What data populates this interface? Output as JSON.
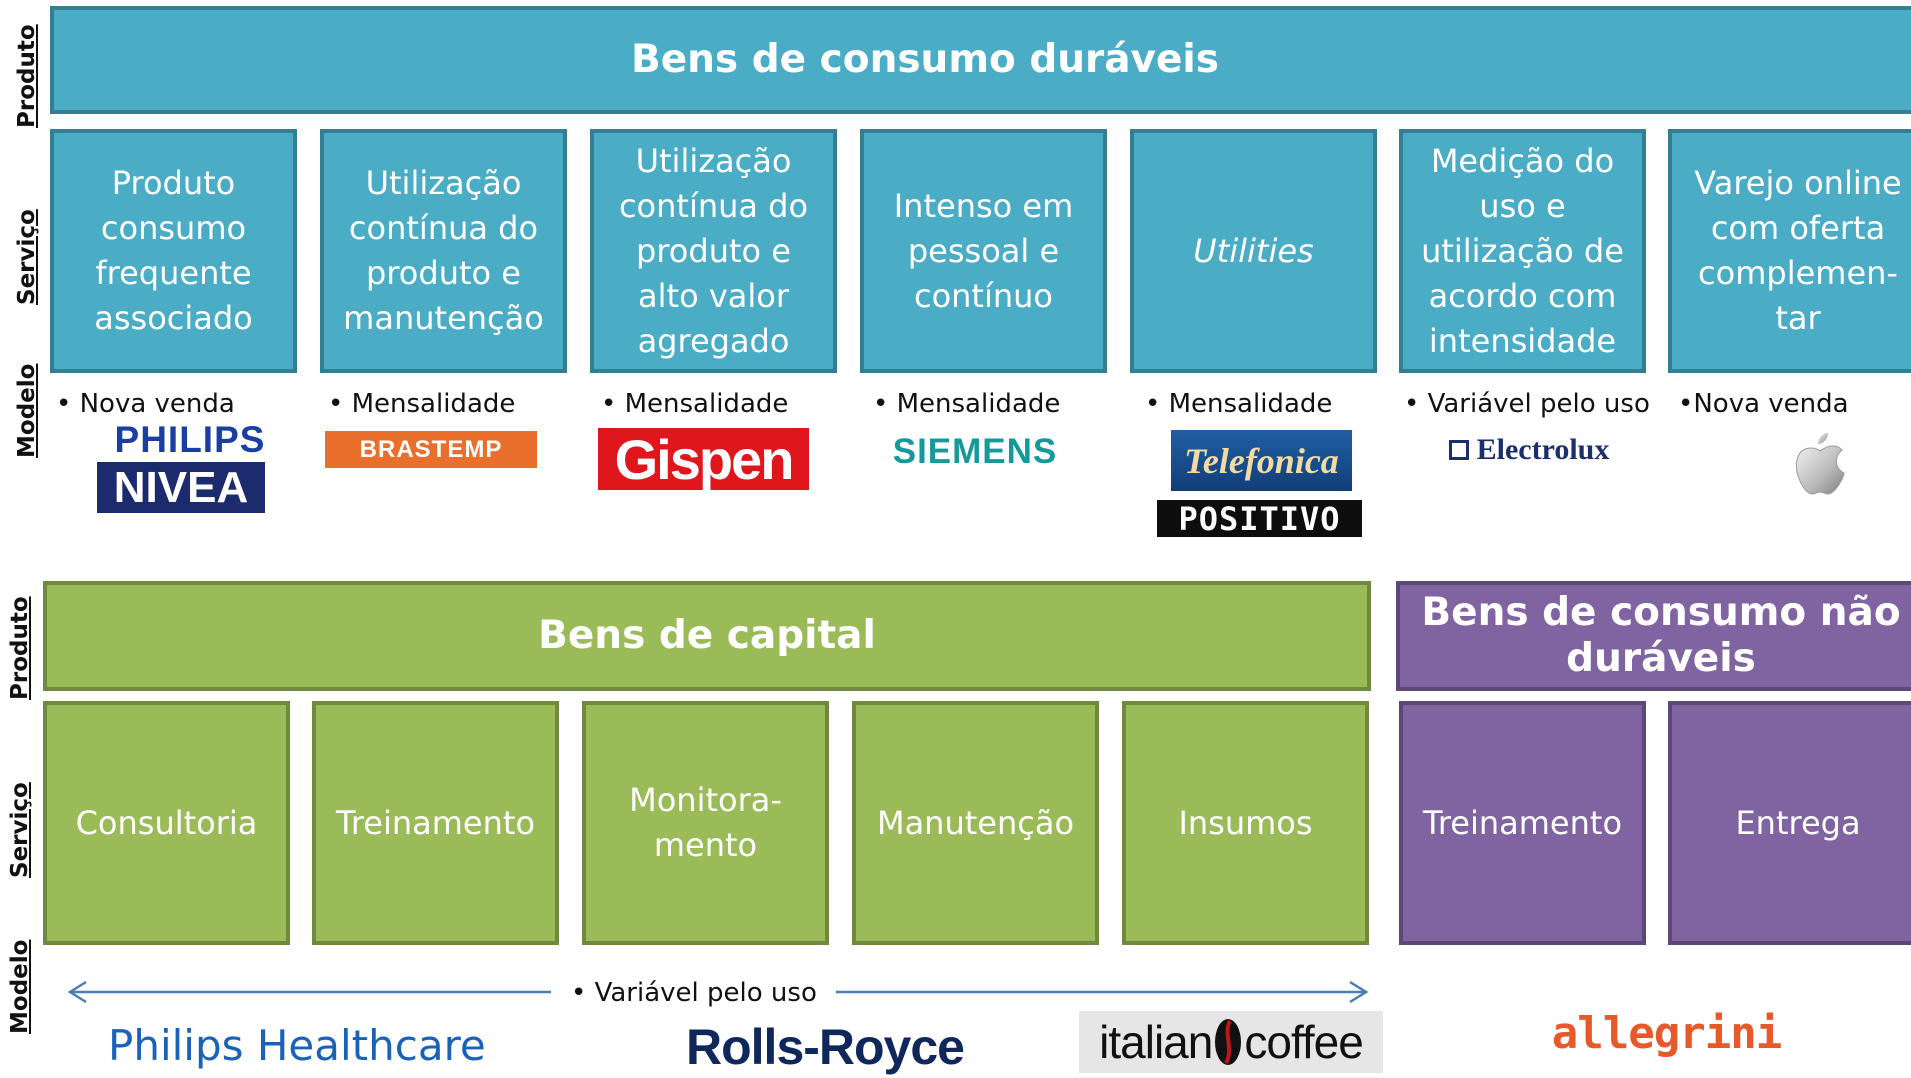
{
  "row_labels": {
    "produto": "Produto",
    "servico": "Serviço",
    "modelo": "Modelo"
  },
  "top": {
    "title": "Bens de consumo duráveis",
    "boxes": [
      {
        "text": "Produto\nconsumo\nfrequente\nassociado"
      },
      {
        "text": "Utilização\ncontínua do\nproduto e\nmanutenção"
      },
      {
        "text": "Utilização\ncontínua do\nproduto e\nalto valor\nagregado"
      },
      {
        "text": "Intenso em\npessoal e\ncontínuo"
      },
      {
        "text": "Utilities"
      },
      {
        "text": "Medição do\nuso e\nutilização de\nacordo com\nintensidade"
      },
      {
        "text": "Varejo online\ncom oferta\ncomplemen-\ntar"
      }
    ],
    "models": [
      "• Nova venda",
      "• Mensalidade",
      "• Mensalidade",
      "• Mensalidade",
      "• Mensalidade",
      "• Variável pelo uso",
      "•Nova venda"
    ],
    "logos": {
      "philips": "PHILIPS",
      "nivea": "NIVEA",
      "brastemp": "BRASTEMP",
      "gispen": "Gispen",
      "siemens": "SIEMENS",
      "telefonica": "Telefonica",
      "positivo": "POSITIVO",
      "electrolux": "Electrolux"
    }
  },
  "capital": {
    "title": "Bens de capital",
    "boxes": [
      {
        "text": "Consultoria"
      },
      {
        "text": "Treinamento"
      },
      {
        "text": "Monitora-\nmento"
      },
      {
        "text": "Manutenção"
      },
      {
        "text": "Insumos"
      }
    ],
    "model": "• Variável pelo uso",
    "logos": {
      "philips_healthcare": "Philips Healthcare",
      "rolls_royce": "Rolls-Royce",
      "italian_coffee_1": "italian",
      "italian_coffee_2": "coffee"
    }
  },
  "nondurable": {
    "title": "Bens de consumo não duráveis",
    "boxes": [
      {
        "text": "Treinamento"
      },
      {
        "text": "Entrega"
      }
    ],
    "logos": {
      "allegrini": "allegrini"
    }
  },
  "colors": {
    "blue": "#4bacc6",
    "green": "#9bbb59",
    "purple": "#8064a2",
    "arrow": "#4a7fb5"
  }
}
